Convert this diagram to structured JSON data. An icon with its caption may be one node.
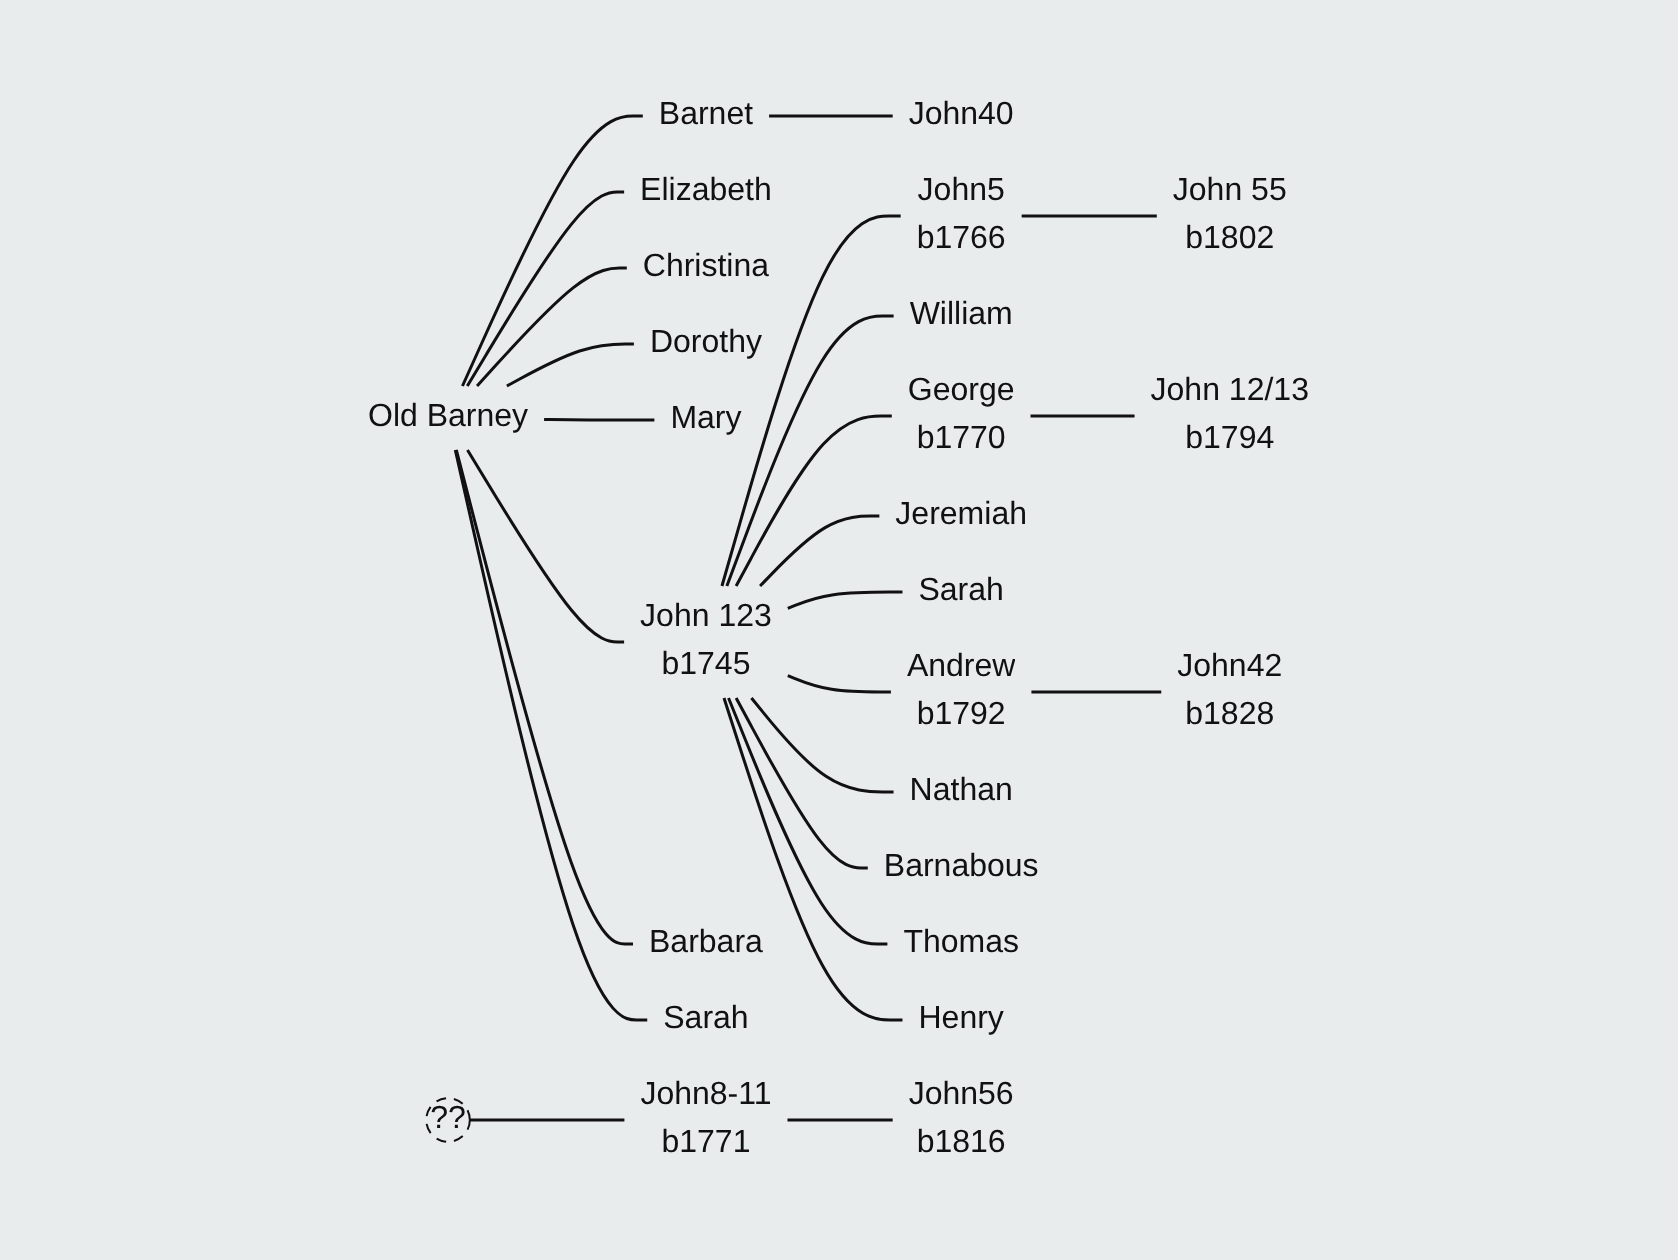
{
  "diagram": {
    "nodes": [
      {
        "text": [
          "Old Barney"
        ]
      },
      {
        "text": [
          "John 123"
        ],
        "beside": [
          "b1745"
        ]
      },
      {
        "text": [
          "Elizabeth"
        ]
      },
      {
        "text": [
          "Christina"
        ]
      },
      {
        "text": [
          "Dorothy"
        ]
      },
      {
        "text": [
          "Mary"
        ]
      },
      {
        "text": [
          "Barnet"
        ]
      },
      {
        "text": [
          "Barbara"
        ]
      },
      {
        "text": [
          "Sarah"
        ]
      },
      {
        "text": [
          "John40"
        ]
      },
      {
        "text": [
          "John5"
        ],
        "beside": [
          "b1766"
        ]
      },
      {
        "text": [
          "William"
        ]
      },
      {
        "text": [
          "George"
        ],
        "beside": [
          "b1770"
        ]
      },
      {
        "text": [
          "Jeremiah"
        ]
      },
      {
        "text": [
          "Sarah"
        ]
      },
      {
        "text": [
          "Andrew"
        ],
        "beside": [
          "b1792"
        ]
      },
      {
        "text": [
          "Nathan"
        ]
      },
      {
        "text": [
          "Barnabous"
        ]
      },
      {
        "text": [
          "Thomas"
        ]
      },
      {
        "text": [
          "Henry"
        ]
      },
      {
        "text": [
          "John 55"
        ],
        "beside": [
          "b1802"
        ]
      },
      {
        "text": [
          "John 12/13"
        ],
        "beside": [
          "b1794"
        ]
      },
      {
        "text": [
          "John42"
        ],
        "beside": [
          "b1828"
        ]
      },
      {
        "text": [
          "??"
        ]
      },
      {
        "text": [
          "John8-11"
        ],
        "beside": [
          "b1771"
        ]
      },
      {
        "text": [
          "John56"
        ],
        "beside": [
          "b1816"
        ]
      }
    ],
    "edges": [
      {
        "from": 0,
        "to": 1,
        "arrow": "none"
      },
      {
        "from": 0,
        "to": 2,
        "arrow": "none"
      },
      {
        "from": 0,
        "to": 3,
        "arrow": "none"
      },
      {
        "from": 0,
        "to": 4,
        "arrow": "none"
      },
      {
        "from": 0,
        "to": 5,
        "arrow": "none"
      },
      {
        "from": 0,
        "to": 6,
        "arrow": "none"
      },
      {
        "from": 0,
        "to": 7,
        "arrow": "none"
      },
      {
        "from": 0,
        "to": 8,
        "arrow": "none"
      },
      {
        "from": 6,
        "to": 9,
        "arrow": "none"
      },
      {
        "from": 1,
        "to": 10,
        "arrow": "none"
      },
      {
        "from": 1,
        "to": 11,
        "arrow": "none"
      },
      {
        "from": 1,
        "to": 12,
        "arrow": "none"
      },
      {
        "from": 1,
        "to": 13,
        "arrow": "none"
      },
      {
        "from": 1,
        "to": 14,
        "arrow": "none"
      },
      {
        "from": 1,
        "to": 15,
        "arrow": "none"
      },
      {
        "from": 1,
        "to": 16,
        "arrow": "none"
      },
      {
        "from": 1,
        "to": 17,
        "arrow": "none"
      },
      {
        "from": 1,
        "to": 18,
        "arrow": "none"
      },
      {
        "from": 1,
        "to": 19,
        "arrow": "none"
      },
      {
        "from": 10,
        "to": 20,
        "arrow": "none"
      },
      {
        "from": 12,
        "to": 21,
        "arrow": "none"
      },
      {
        "from": 15,
        "to": 22,
        "arrow": "none"
      },
      {
        "from": 23,
        "to": 24,
        "arrow": "none"
      },
      {
        "from": 24,
        "to": 25,
        "arrow": "none"
      }
    ]
  }
}
